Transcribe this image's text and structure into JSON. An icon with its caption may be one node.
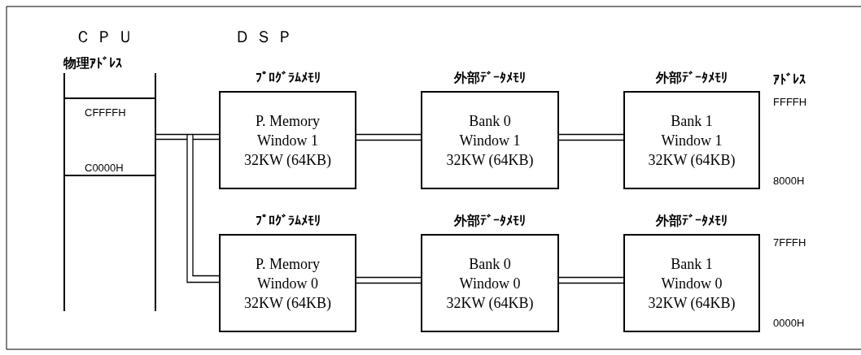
{
  "diagram": {
    "nodes": [
      {
        "text": [
          "物理ｱﾄﾞﾚｽ",
          "CFFFFH",
          "C0000H"
        ]
      },
      {
        "text": [
          "ﾌﾟﾛｸﾞﾗﾑﾒﾓﾘ",
          "P. Memory Window 1 32KW (64KB)"
        ]
      },
      {
        "text": [
          "外部ﾃﾞｰﾀﾒﾓﾘ",
          "Bank 0 Window 1 32KW (64KB)"
        ]
      },
      {
        "text": [
          "外部ﾃﾞｰﾀﾒﾓﾘ",
          "Bank 1 Window 1 32KW (64KB)"
        ]
      },
      {
        "text": [
          "ﾌﾟﾛｸﾞﾗﾑﾒﾓﾘ",
          "P. Memory Window 0 32KW (64KB)"
        ]
      },
      {
        "text": [
          "外部ﾃﾞｰﾀﾒﾓﾘ",
          "Bank 0 Window 0 32KW (64KB)"
        ]
      },
      {
        "text": [
          "外部ﾃﾞｰﾀﾒﾓﾘ",
          "Bank 1 Window 0 32KW (64KB)"
        ]
      }
    ],
    "edges": [
      {
        "from": 0,
        "to": 1,
        "arrow": "none"
      },
      {
        "from": 0,
        "to": 4,
        "arrow": "none"
      },
      {
        "from": 1,
        "to": 2,
        "arrow": "none"
      },
      {
        "from": 2,
        "to": 3,
        "arrow": "none"
      },
      {
        "from": 4,
        "to": 5,
        "arrow": "none"
      },
      {
        "from": 5,
        "to": 6,
        "arrow": "none"
      }
    ],
    "labels": [
      "ＣＰＵ",
      "ＤＳＰ",
      "ｱﾄﾞﾚｽ",
      "FFFFH",
      "8000H",
      "7FFFH",
      "0000H"
    ]
  }
}
